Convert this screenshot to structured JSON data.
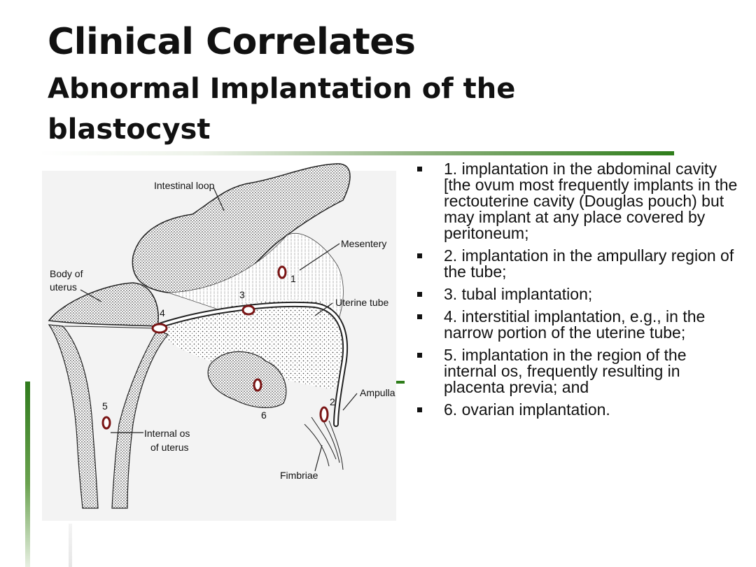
{
  "slide": {
    "title": "Clinical Correlates",
    "subtitle": "Abnormal Implantation of the blastocyst",
    "colors": {
      "accent": "#2e7d1a",
      "text": "#111111",
      "background": "#ffffff"
    }
  },
  "figure": {
    "labels": {
      "intestinal_loop": "Intestinal loop",
      "mesentery": "Mesentery",
      "body_of_uterus_line1": "Body of",
      "body_of_uterus_line2": "uterus",
      "uterine_tube": "Uterine tube",
      "ampulla": "Ampulla",
      "internal_os_line1": "Internal os",
      "internal_os_line2": "of uterus",
      "fimbriae": "Fimbriae"
    },
    "site_numbers": {
      "s1": "1",
      "s2": "2",
      "s3": "3",
      "s4": "4",
      "s5": "5",
      "s6": "6"
    }
  },
  "bullets": [
    " 1.  implantation in the abdominal cavity [the ovum most frequently implants in the rectouterine cavity (Douglas pouch)  but may implant at any place covered by peritoneum;",
    "2. implantation in the ampullary region of the tube;",
    " 3. tubal implantation;",
    "4. interstitial implantation, e.g., in the narrow portion of the uterine tube;",
    " 5. implantation in the region of the internal os, frequently resulting in placenta previa; and",
    " 6. ovarian implantation."
  ]
}
